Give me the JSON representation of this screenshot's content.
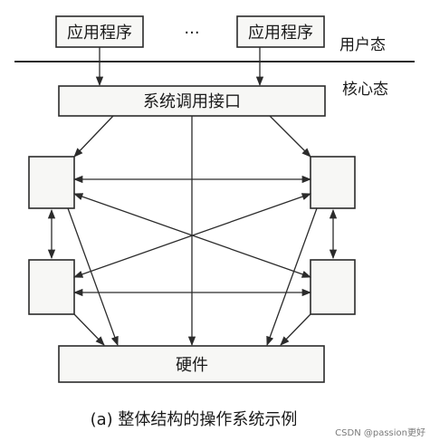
{
  "app_left_label": "应用程序",
  "ellipsis": "···",
  "app_right_label": "应用程序",
  "user_mode_label": "用户态",
  "kernel_mode_label": "核心态",
  "syscall_label": "系统调用接口",
  "hardware_label": "硬件",
  "caption": "(a) 整体结构的操作系统示例",
  "watermark": "CSDN @passion更好"
}
